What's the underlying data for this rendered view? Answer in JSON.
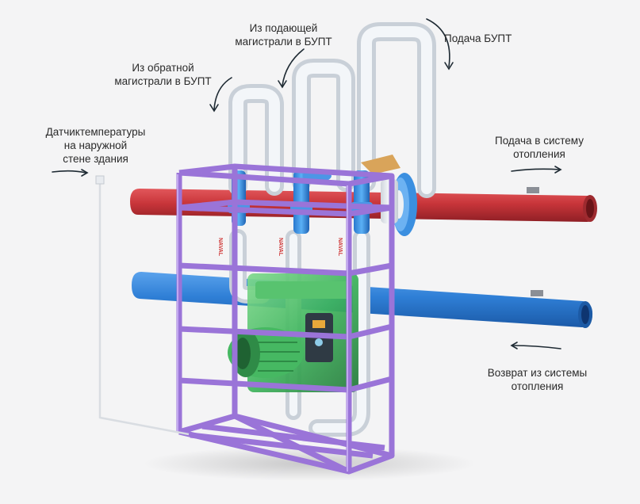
{
  "labels": {
    "return_main": "Из обратной\nмагистрали в БУПТ",
    "supply_main": "Из подающей\nмагистрали в БУПТ",
    "bupt_supply": "Подача БУПТ",
    "sensor": "Датчиктемпературы\nна наружной\nстене здания",
    "heat_supply": "Подача в систему\nотопления",
    "heat_return": "Возврат из системы\nотопления"
  },
  "brand": {
    "naval": "NAVAL"
  },
  "colors": {
    "background": "#f4f4f5",
    "supply_pipe": "#c8353a",
    "return_pipe": "#2f7fd6",
    "frame": "#9a74d8",
    "pump": "#3fb55d",
    "white_pipe": "#eef1f4",
    "flange": "#3b8fe0"
  }
}
